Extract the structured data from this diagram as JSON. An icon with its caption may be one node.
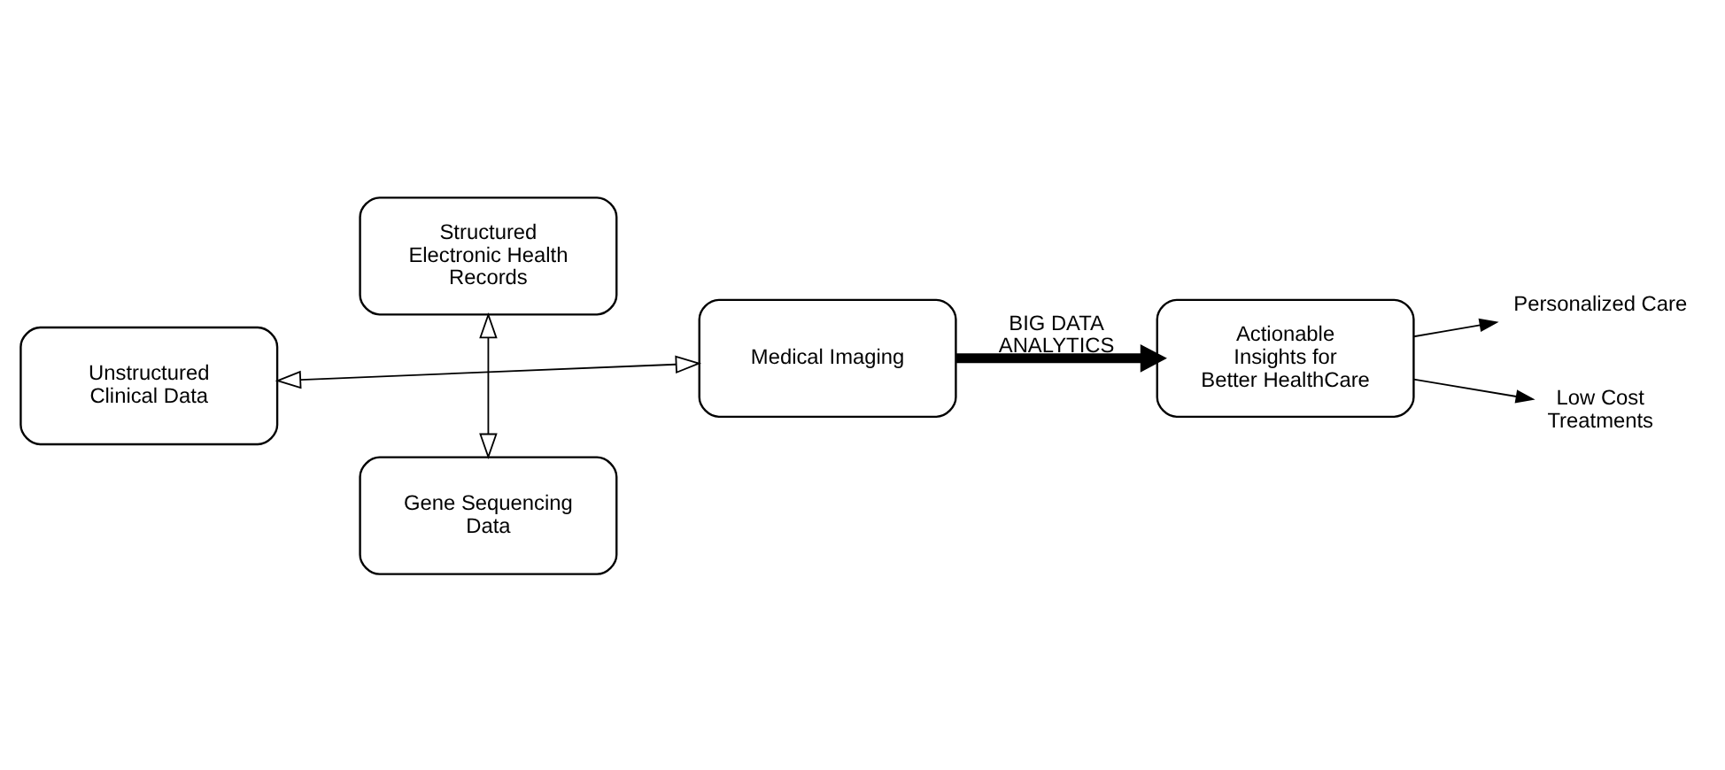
{
  "diagram": {
    "nodes": [
      {
        "text": [
          "Structured Electronic Health Records"
        ]
      },
      {
        "text": [
          "Unstructured Clinical Data"
        ]
      },
      {
        "text": [
          "Medical Imaging"
        ]
      },
      {
        "text": [
          "Gene Sequencing Data"
        ]
      },
      {
        "text": [
          "Actionable Insights for Better HealthCare"
        ]
      },
      {
        "text": [
          "Personalized Care"
        ]
      },
      {
        "text": [
          "Low Cost Treatments"
        ]
      }
    ],
    "edges": [
      {
        "from": 0,
        "to": 3,
        "arrow": "both"
      },
      {
        "from": 1,
        "to": 2,
        "arrow": "both"
      },
      {
        "from": 2,
        "to": 4,
        "arrow": "to",
        "label": "BIG DATA ANALYTICS",
        "style": "thick"
      },
      {
        "from": 4,
        "to": 5,
        "arrow": "to"
      },
      {
        "from": 4,
        "to": 6,
        "arrow": "to"
      }
    ]
  }
}
